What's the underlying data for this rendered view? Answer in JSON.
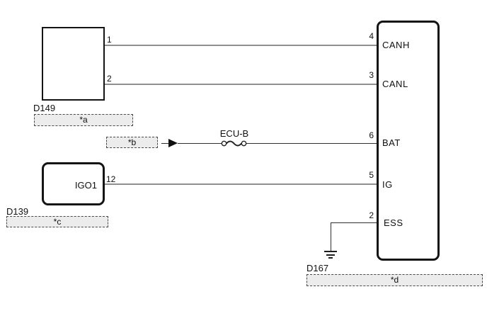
{
  "diagram": {
    "kind": "ecu-can-wiring-diagram",
    "left_connector": {
      "code": "D149",
      "note": "*a",
      "pins": [
        {
          "num": "1"
        },
        {
          "num": "2"
        }
      ]
    },
    "bat_branch": {
      "note": "*b",
      "fuse_label": "ECU-B"
    },
    "ign_connector": {
      "code": "D139",
      "name": "IGO1",
      "note": "*c",
      "pin": "12"
    },
    "ground": {
      "code": "D167"
    },
    "ecu_connector": {
      "note": "*d",
      "pins": [
        {
          "num": "4",
          "name": "CANH"
        },
        {
          "num": "3",
          "name": "CANL"
        },
        {
          "num": "6",
          "name": "BAT"
        },
        {
          "num": "5",
          "name": "IG"
        },
        {
          "num": "2",
          "name": "ESS"
        }
      ]
    },
    "colors": {
      "background": "#ffffff",
      "outline": "#141414",
      "wire_light": "#8f8f8f",
      "wire_dark": "#2e2e2e",
      "note_fill": "#ececec"
    }
  }
}
